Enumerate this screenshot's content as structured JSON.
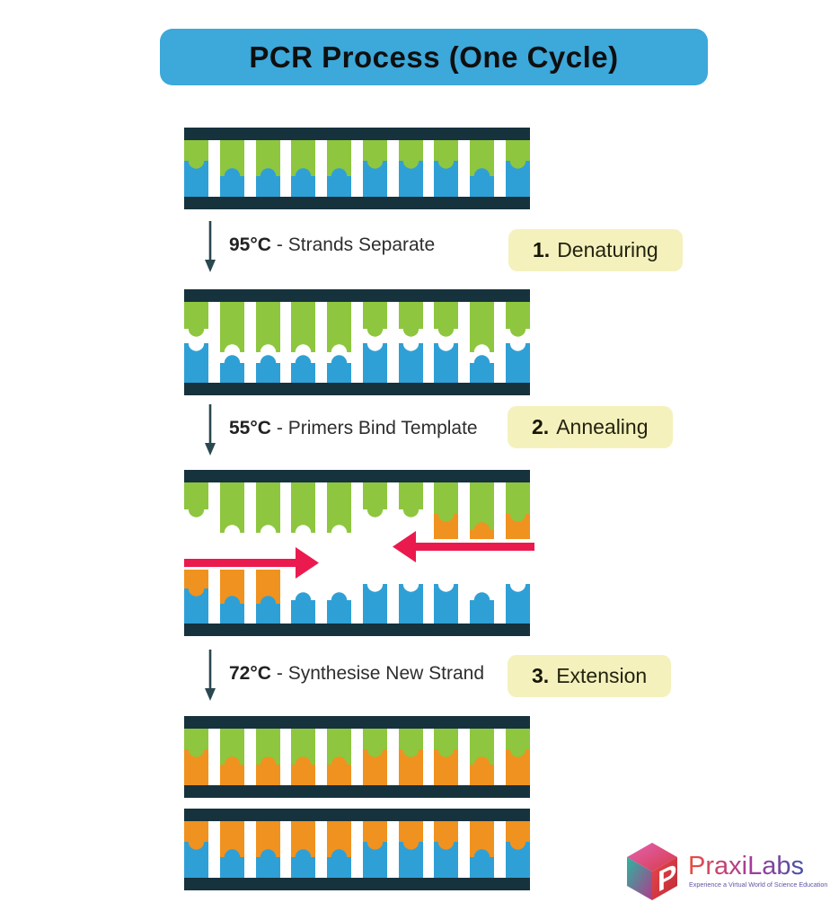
{
  "title": "PCR Process (One Cycle)",
  "steps": [
    {
      "num": "1.",
      "temp": "95°C",
      "desc": "- Strands Separate",
      "label": "Denaturing"
    },
    {
      "num": "2.",
      "temp": "55°C",
      "desc": "- Primers Bind Template",
      "label": "Annealing"
    },
    {
      "num": "3.",
      "temp": "72°C",
      "desc": "- Synthesise New Strand",
      "label": "Extension"
    }
  ],
  "logo": {
    "brand": "PraxiLabs",
    "tagline": "Experience a Virtual World of Science Education"
  },
  "colors": {
    "banner_blue": "#3DA8DA",
    "bar_dark": "#16323D",
    "green": "#8EC63F",
    "blue": "#2FA0D6",
    "orange": "#F0921F",
    "red": "#EB1A4E",
    "badge_yellow": "#F4F1BD",
    "text_dark": "#2E2E2E",
    "arrow_dark": "#2A4850",
    "white": "#FFFFFF"
  },
  "dna": {
    "teeth_count": 10,
    "teeth_pattern": [
      "high",
      "low",
      "low",
      "low",
      "low",
      "high",
      "high",
      "high",
      "low",
      "high"
    ],
    "strands": [
      {
        "name": "template-dsdna",
        "type": "duplex",
        "top": "green",
        "bottom": "blue"
      },
      {
        "name": "denatured-strands",
        "type": "separated",
        "top": "green",
        "bottom": "blue"
      },
      {
        "name": "primers-annealed",
        "type": "annealing",
        "top": "green",
        "bottom": "blue",
        "primer": "orange",
        "arrow": "red",
        "top_primer_teeth": [
          8,
          9,
          10
        ],
        "bottom_primer_teeth": [
          1,
          2,
          3
        ]
      },
      {
        "name": "product-green-orange",
        "type": "duplex",
        "top": "green",
        "bottom": "orange"
      },
      {
        "name": "product-orange-blue",
        "type": "duplex",
        "top": "orange",
        "bottom": "blue"
      }
    ]
  }
}
